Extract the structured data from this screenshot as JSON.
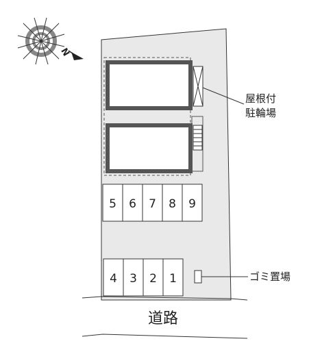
{
  "compass": {
    "north_label": "N",
    "icon": "compass-icon"
  },
  "parking_upper": [
    "5",
    "6",
    "7",
    "8",
    "9"
  ],
  "parking_lower": [
    "4",
    "3",
    "2",
    "1"
  ],
  "bicycle_parking": {
    "line1": "屋根付",
    "line2": "駐輪場"
  },
  "garbage": {
    "label": "ゴミ置場"
  },
  "road": {
    "label": "道路"
  },
  "colors": {
    "lot": "#e9e9e9",
    "line": "#222222",
    "building_frame": "#555555"
  }
}
